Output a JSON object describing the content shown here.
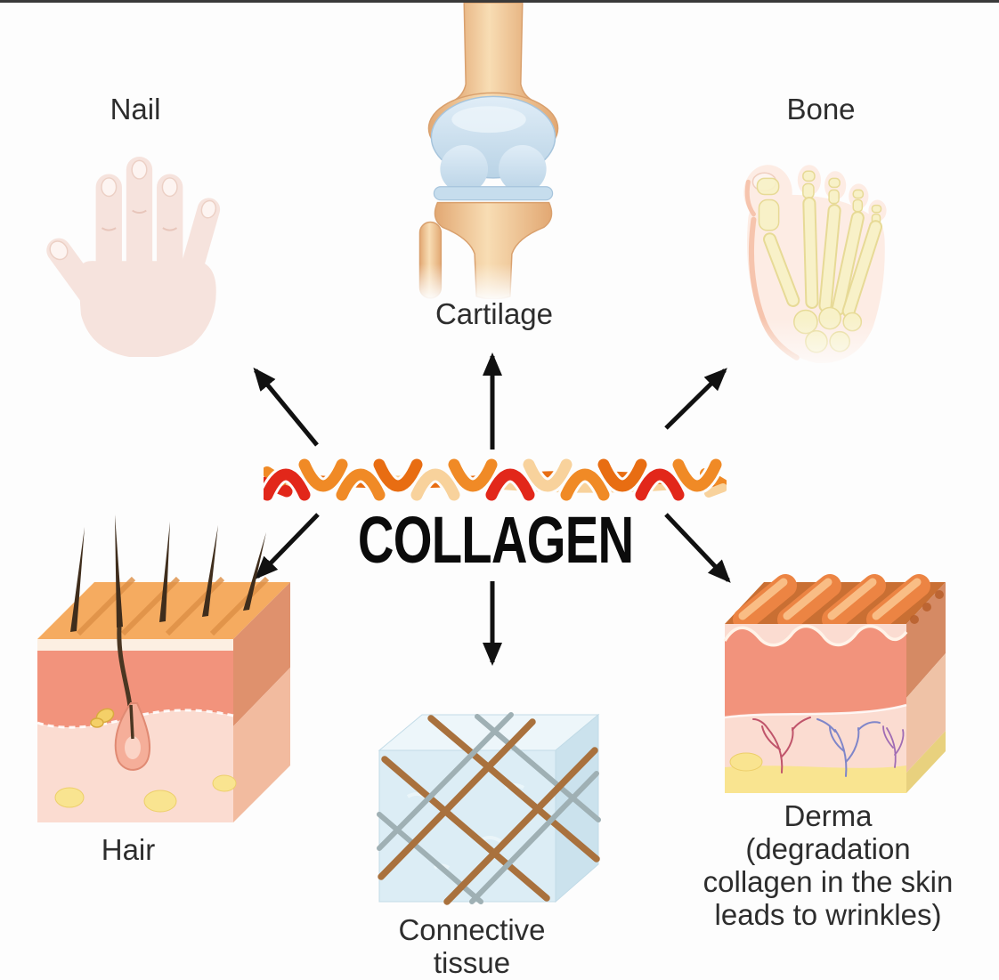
{
  "center": {
    "title": "COLLAGEN"
  },
  "nodes": {
    "nail": {
      "label": "Nail"
    },
    "cartilage": {
      "label": "Cartilage"
    },
    "bone": {
      "label": "Bone"
    },
    "hair": {
      "label": "Hair"
    },
    "connective_tissue": {
      "label": "Connective tissue",
      "label_lines": [
        "Connective",
        "tissue"
      ]
    },
    "derma": {
      "label": "Derma (degradation collagen in the skin leads to wrinkles)",
      "label_lines": [
        "Derma",
        "(degradation",
        "collagen in the skin",
        "leads to wrinkles)"
      ]
    }
  },
  "colors": {
    "background": "#fdfdfd",
    "top_border": "#3a3a3a",
    "label_text": "#2d2d2d",
    "title_text": "#0b0b0b",
    "arrow": "#111111",
    "braid_red": "#e2271a",
    "braid_orange": "#f08a26",
    "braid_cream": "#f8d29c",
    "braid_dark_orange": "#e86d12",
    "bone_tan": "#f2c493",
    "cartilage_blue": "#cfe3f0",
    "hand_skin": "#f6e3dd",
    "foot_bone_yellow": "#f8f2c6",
    "epidermis_orange": "#f5ab60",
    "dermis_salmon": "#f2937c",
    "subcutis_pink": "#fbdcd1",
    "fat_yellow": "#f9e490",
    "hair_brown": "#3f2d1c",
    "cube_blue": "#dcedf5",
    "fiber_brown": "#a9713d",
    "fiber_gray": "#9fb0b4",
    "wrinkle_orange": "#ec8443"
  }
}
